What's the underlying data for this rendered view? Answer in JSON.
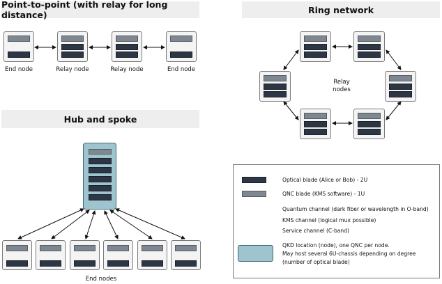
{
  "sections": {
    "p2p_title": "Point-to-point (with relay for long distance)",
    "ring_title": "Ring network",
    "hub_title": "Hub and spoke"
  },
  "p2p": {
    "labels": [
      "End node",
      "Relay node",
      "Relay node",
      "End node"
    ]
  },
  "ring": {
    "center_label": [
      "Relay",
      "nodes"
    ]
  },
  "hub": {
    "label": "End nodes"
  },
  "legend": {
    "optical": "Optical blade (Alice or Bob) - 2U",
    "qnc": "QNC blade (KMS software) - 1U",
    "channels": [
      "Quantum channel (dark fiber or wavelength in O-band)",
      "KMS channel (logical mux possible)",
      "Service channel (C-band)"
    ],
    "location": [
      "QKD location (node), one QNC per node.",
      "May host several 6U-chassis depending on degree",
      "(number of optical blade)"
    ]
  },
  "colors": {
    "optical": "#2c3644",
    "qnc": "#7f8790",
    "location": "#9ec4cf",
    "band": "#eeeeee"
  }
}
